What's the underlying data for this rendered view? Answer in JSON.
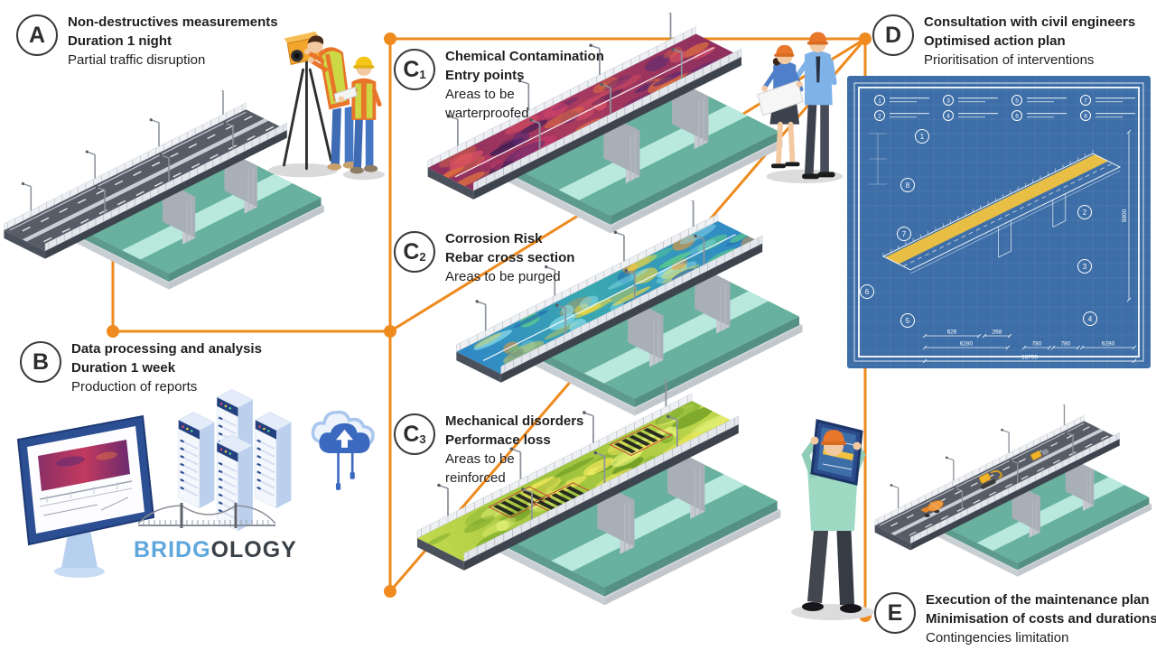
{
  "colors": {
    "accent": "#ee8a1e",
    "circle_border": "#3a3a3a",
    "blueprint_bg": "#3d6ea7",
    "blueprint_line": "#ffffff",
    "blueprint_highlight": "#f2c23e",
    "ground_teal": "#68b19e",
    "water": "#b9e9dd",
    "asphalt": "#575c66",
    "heatmap_c1": [
      "#8d2f5f",
      "#a93a5e",
      "#d94f63",
      "#5b2a72",
      "#e0713f",
      "#3a1c55",
      "#c23a6b"
    ],
    "heatmap_c2": [
      "#2f86c7",
      "#3aa8b0",
      "#f5d83c",
      "#ef9434",
      "#5ecf8a",
      "#1f64b0",
      "#8fe0ee"
    ],
    "heatmap_c3": [
      "#c3d94e",
      "#9cc23c",
      "#e9f57d",
      "#7fae2e",
      "#f2e95c",
      "#66961f"
    ],
    "logo_blue": "#5ea7dc",
    "logo_dark": "#3b4148"
  },
  "steps": {
    "A": {
      "letter": "A",
      "bold_lines": [
        "Non-destructives measurements",
        "Duration 1 night"
      ],
      "normal_lines": [
        "Partial traffic disruption"
      ]
    },
    "B": {
      "letter": "B",
      "bold_lines": [
        "Data processing and analysis",
        "Duration 1 week"
      ],
      "normal_lines": [
        "Production of reports"
      ]
    },
    "C1": {
      "letter": "C",
      "subscript": "1",
      "bold_lines": [
        "Chemical Contamination",
        "Entry points"
      ],
      "normal_lines": [
        "Areas to be",
        "warterproofed"
      ]
    },
    "C2": {
      "letter": "C",
      "subscript": "2",
      "bold_lines": [
        "Corrosion Risk",
        "Rebar cross section"
      ],
      "normal_lines": [
        "Areas to be purged"
      ]
    },
    "C3": {
      "letter": "C",
      "subscript": "3",
      "bold_lines": [
        "Mechanical disorders",
        "Performace loss"
      ],
      "normal_lines": [
        "Areas to be",
        "reinforced"
      ]
    },
    "D": {
      "letter": "D",
      "bold_lines": [
        "Consultation with civil engineers",
        "Optimised action plan"
      ],
      "normal_lines": [
        "Prioritisation of interventions"
      ]
    },
    "E": {
      "letter": "E",
      "bold_lines": [
        "Execution of the maintenance plan",
        "Minimisation of costs and durations"
      ],
      "normal_lines": [
        "Contingencies limitation"
      ]
    }
  },
  "logo": {
    "part_blue": "BRIDG",
    "part_dark": "OLOGY"
  },
  "blueprint": {
    "legend_numbers": [
      "1",
      "2",
      "3",
      "4",
      "5",
      "6",
      "7",
      "8"
    ],
    "callout_numbers": [
      "1",
      "2",
      "3",
      "4",
      "5",
      "6",
      "7",
      "8"
    ],
    "dim_row1": [
      "626",
      "268"
    ],
    "dim_row2": [
      "6280",
      "780",
      "780",
      "6280"
    ],
    "dim_total": "16700",
    "dim_vertical": "9800"
  }
}
